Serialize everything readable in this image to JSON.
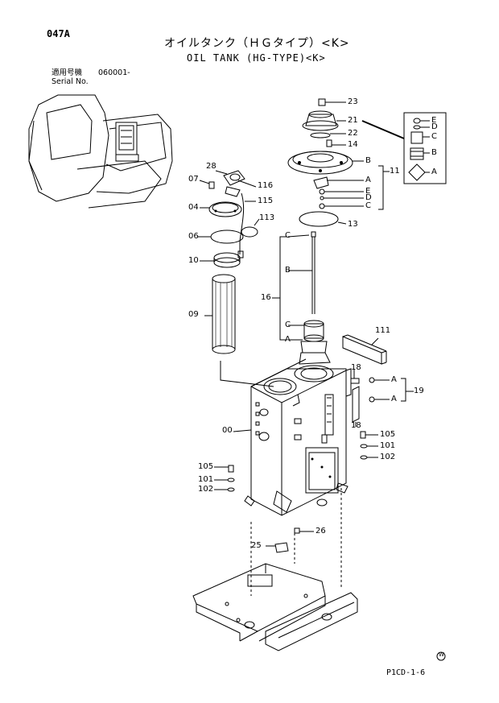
{
  "header": {
    "page_code": "047A",
    "title_jp": "オイルタンク（ＨＧタイプ）<K>",
    "title_en": "OIL TANK (HG-TYPE)<K>",
    "serial_jp": "適用号機",
    "serial_value": "060001-",
    "serial_en": "Serial No."
  },
  "footer": {
    "mark": "W",
    "doc_code": "P1CD-1-6"
  },
  "callouts": {
    "n23": "23",
    "n21": "21",
    "n22": "22",
    "n14": "14",
    "n11": "11",
    "n28": "28",
    "n07": "07",
    "n116": "116",
    "n04": "04",
    "n115": "115",
    "n113": "113",
    "n13": "13",
    "n06": "06",
    "n10": "10",
    "n16": "16",
    "n09": "09",
    "n111": "111",
    "n19": "19",
    "n00": "00",
    "n18a": "18",
    "n18b": "18",
    "n105a": "105",
    "n101a": "101",
    "n102a": "102",
    "n105b": "105",
    "n101b": "101",
    "n102b": "102",
    "n26": "26",
    "n25": "25"
  },
  "letters": {
    "B1": "B",
    "A1": "A",
    "E1": "E",
    "D1": "D",
    "C1": "C",
    "E2": "E",
    "D2": "D",
    "C2": "C",
    "B2": "B",
    "A2": "A",
    "C3": "C",
    "B3": "B",
    "C4": "C",
    "A3": "A",
    "A4": "A",
    "A5": "A"
  }
}
